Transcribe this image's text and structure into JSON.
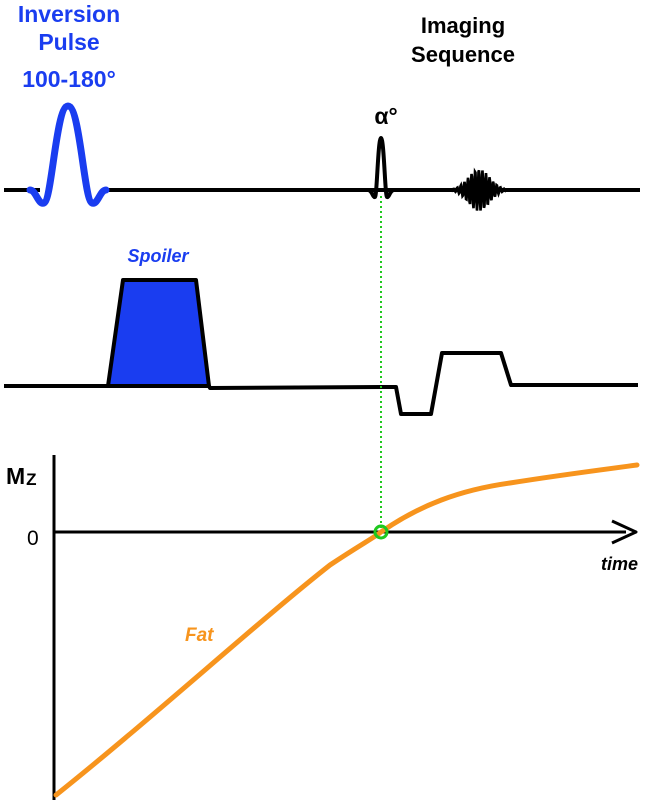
{
  "labels": {
    "inversion_line1": "Inversion",
    "inversion_line2": "Pulse",
    "inversion_angle": "100-180°",
    "imaging_line1": "Imaging",
    "imaging_line2": "Sequence",
    "alpha": "α°",
    "spoiler": "Spoiler",
    "mz_main": "M",
    "mz_sub": "Z",
    "zero": "0",
    "time": "time",
    "fat": "Fat"
  },
  "colors": {
    "inversion": "#1a3df0",
    "spoiler_fill": "#1a3df0",
    "line": "#000000",
    "fat_curve": "#f7941d",
    "dotted": "#1ec81e",
    "null_marker": "#1ec81e"
  }
}
